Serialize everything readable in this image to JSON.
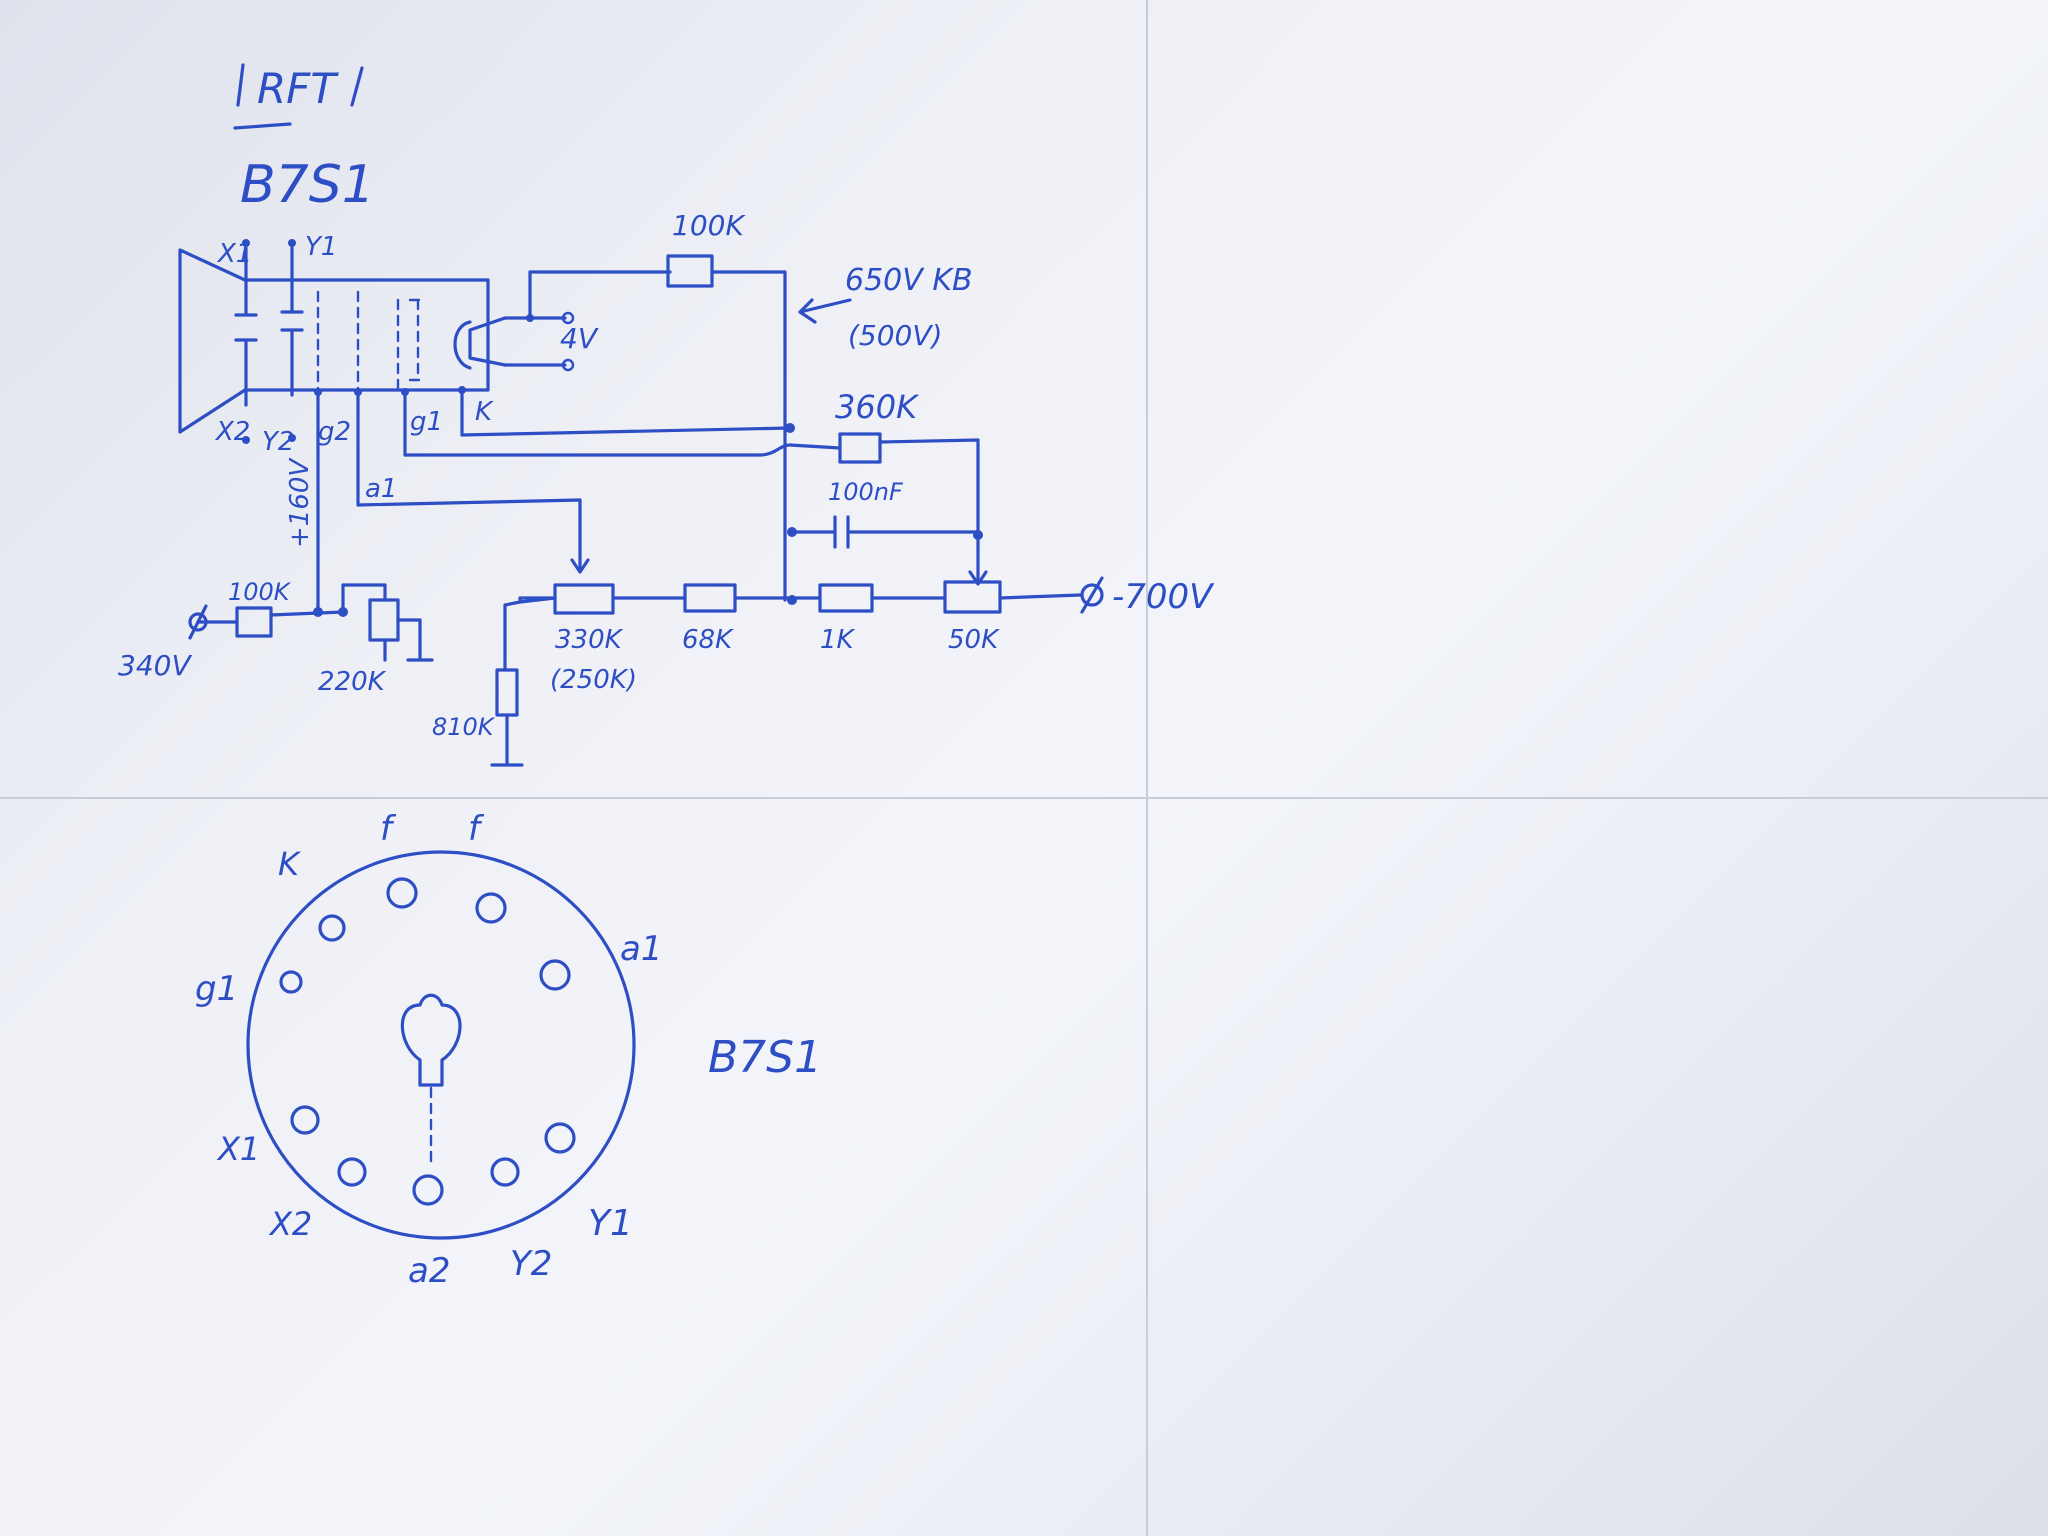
{
  "header": {
    "brand": "RFT",
    "tube_type": "B7S1"
  },
  "schematic": {
    "deflection_labels": {
      "x1": "X1",
      "y1": "Y1",
      "x2": "X2",
      "y2": "Y2"
    },
    "electrode_labels": {
      "g2": "g2",
      "g1": "g1",
      "k": "K",
      "a1": "a1"
    },
    "heater_label": "4V",
    "supply_labels": {
      "top": "650V KB",
      "top_alt": "(500V)",
      "plus160": "+160V",
      "left": "340V",
      "right": "-700V"
    },
    "components": {
      "r_top": "100K",
      "r_feedback": "360K",
      "capacitor": "100nF",
      "r_left": "100K",
      "pot_left": "220K",
      "pot_focus": "330K",
      "pot_focus_alt": "(250K)",
      "r_68": "68K",
      "r_1k": "1K",
      "pot_50k": "50K",
      "r_ground": "810K"
    }
  },
  "socket": {
    "title": "B7S1",
    "pins": {
      "f1": "f",
      "f2": "f",
      "k": "K",
      "a1": "a1",
      "g1": "g1",
      "x1": "X1",
      "x2": "X2",
      "a2": "a2",
      "y2": "Y2",
      "y1": "Y1"
    }
  },
  "colors": {
    "ink": "#2d4ec4",
    "paper": "#eef0f6"
  }
}
